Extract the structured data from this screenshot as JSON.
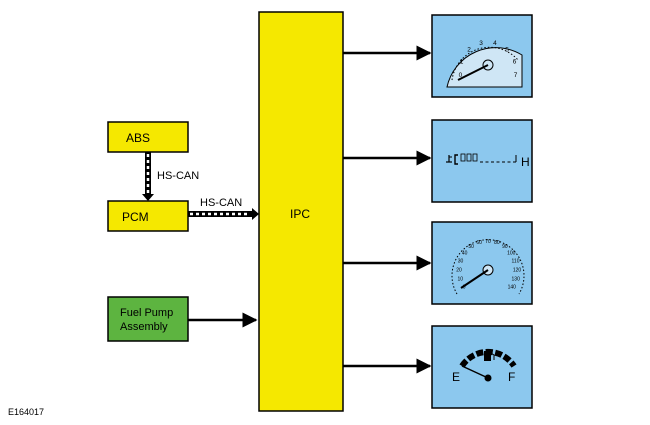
{
  "blocks": {
    "abs": "ABS",
    "pcm": "PCM",
    "ipc": "IPC",
    "fuel_pump_line1": "Fuel Pump",
    "fuel_pump_line2": "Assembly"
  },
  "links": {
    "abs_pcm": "HS-CAN",
    "pcm_ipc": "HS-CAN"
  },
  "figure_id": "E164017",
  "tachometer": {
    "ticks": [
      "0",
      "1",
      "2",
      "3",
      "4",
      "5",
      "6",
      "7"
    ]
  },
  "temperature_gauge": {
    "hot_label": "H"
  },
  "speedometer": {
    "ticks": [
      "0",
      "10",
      "20",
      "30",
      "40",
      "50",
      "60",
      "70",
      "80",
      "90",
      "100",
      "110",
      "120",
      "130",
      "140"
    ]
  },
  "fuel_gauge": {
    "empty_label": "E",
    "full_label": "F"
  }
}
